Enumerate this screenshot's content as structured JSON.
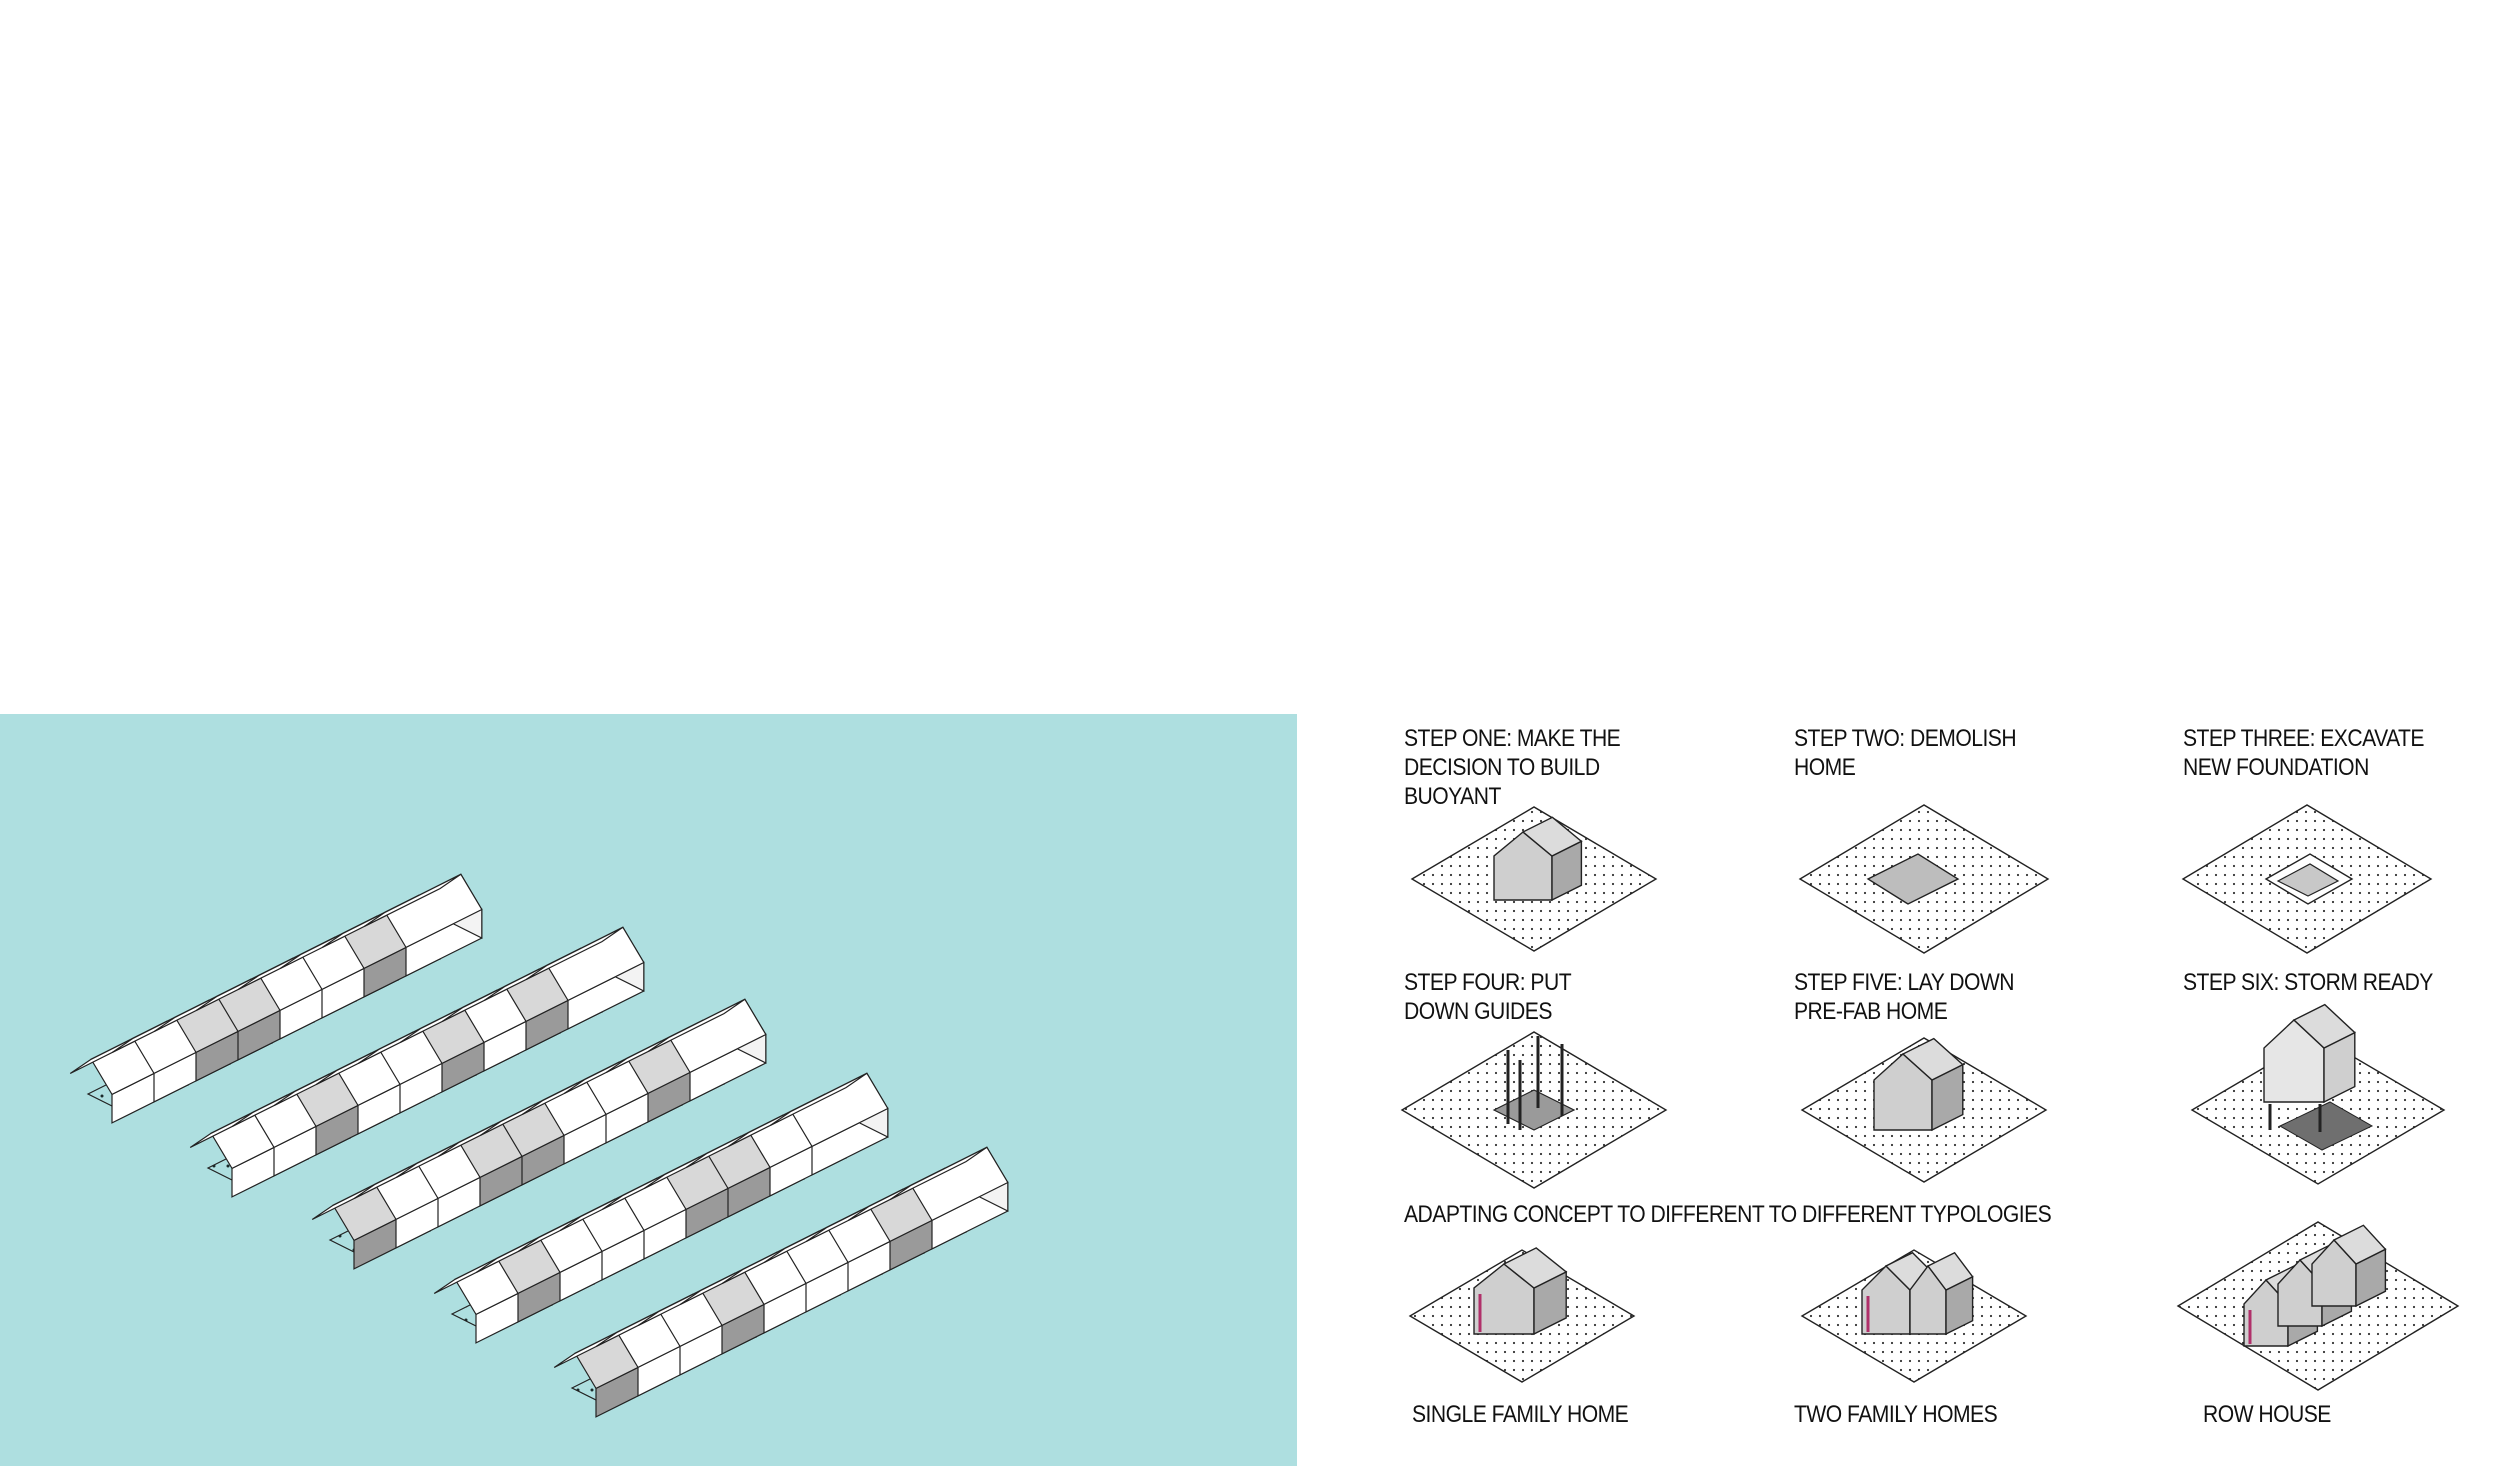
{
  "steps": [
    {
      "label": "STEP ONE: MAKE THE\nDECISION TO BUILD\nBUOYANT"
    },
    {
      "label": "STEP TWO: DEMOLISH\nHOME"
    },
    {
      "label": "STEP THREE: EXCAVATE\nNEW FOUNDATION"
    },
    {
      "label": "STEP FOUR: PUT\nDOWN GUIDES"
    },
    {
      "label": "STEP FIVE: LAY DOWN\nPRE-FAB HOME"
    },
    {
      "label": "STEP SIX: STORM READY"
    }
  ],
  "typologies_heading": "ADAPTING CONCEPT TO DIFFERENT TO DIFFERENT TYPOLOGIES",
  "typologies": [
    {
      "label": "SINGLE FAMILY HOME"
    },
    {
      "label": "TWO FAMILY HOMES"
    },
    {
      "label": "ROW HOUSE"
    }
  ],
  "colors": {
    "water": "#aedfe0",
    "house_gray": "#cfcfcf",
    "accent_magenta": "#b0306a"
  }
}
